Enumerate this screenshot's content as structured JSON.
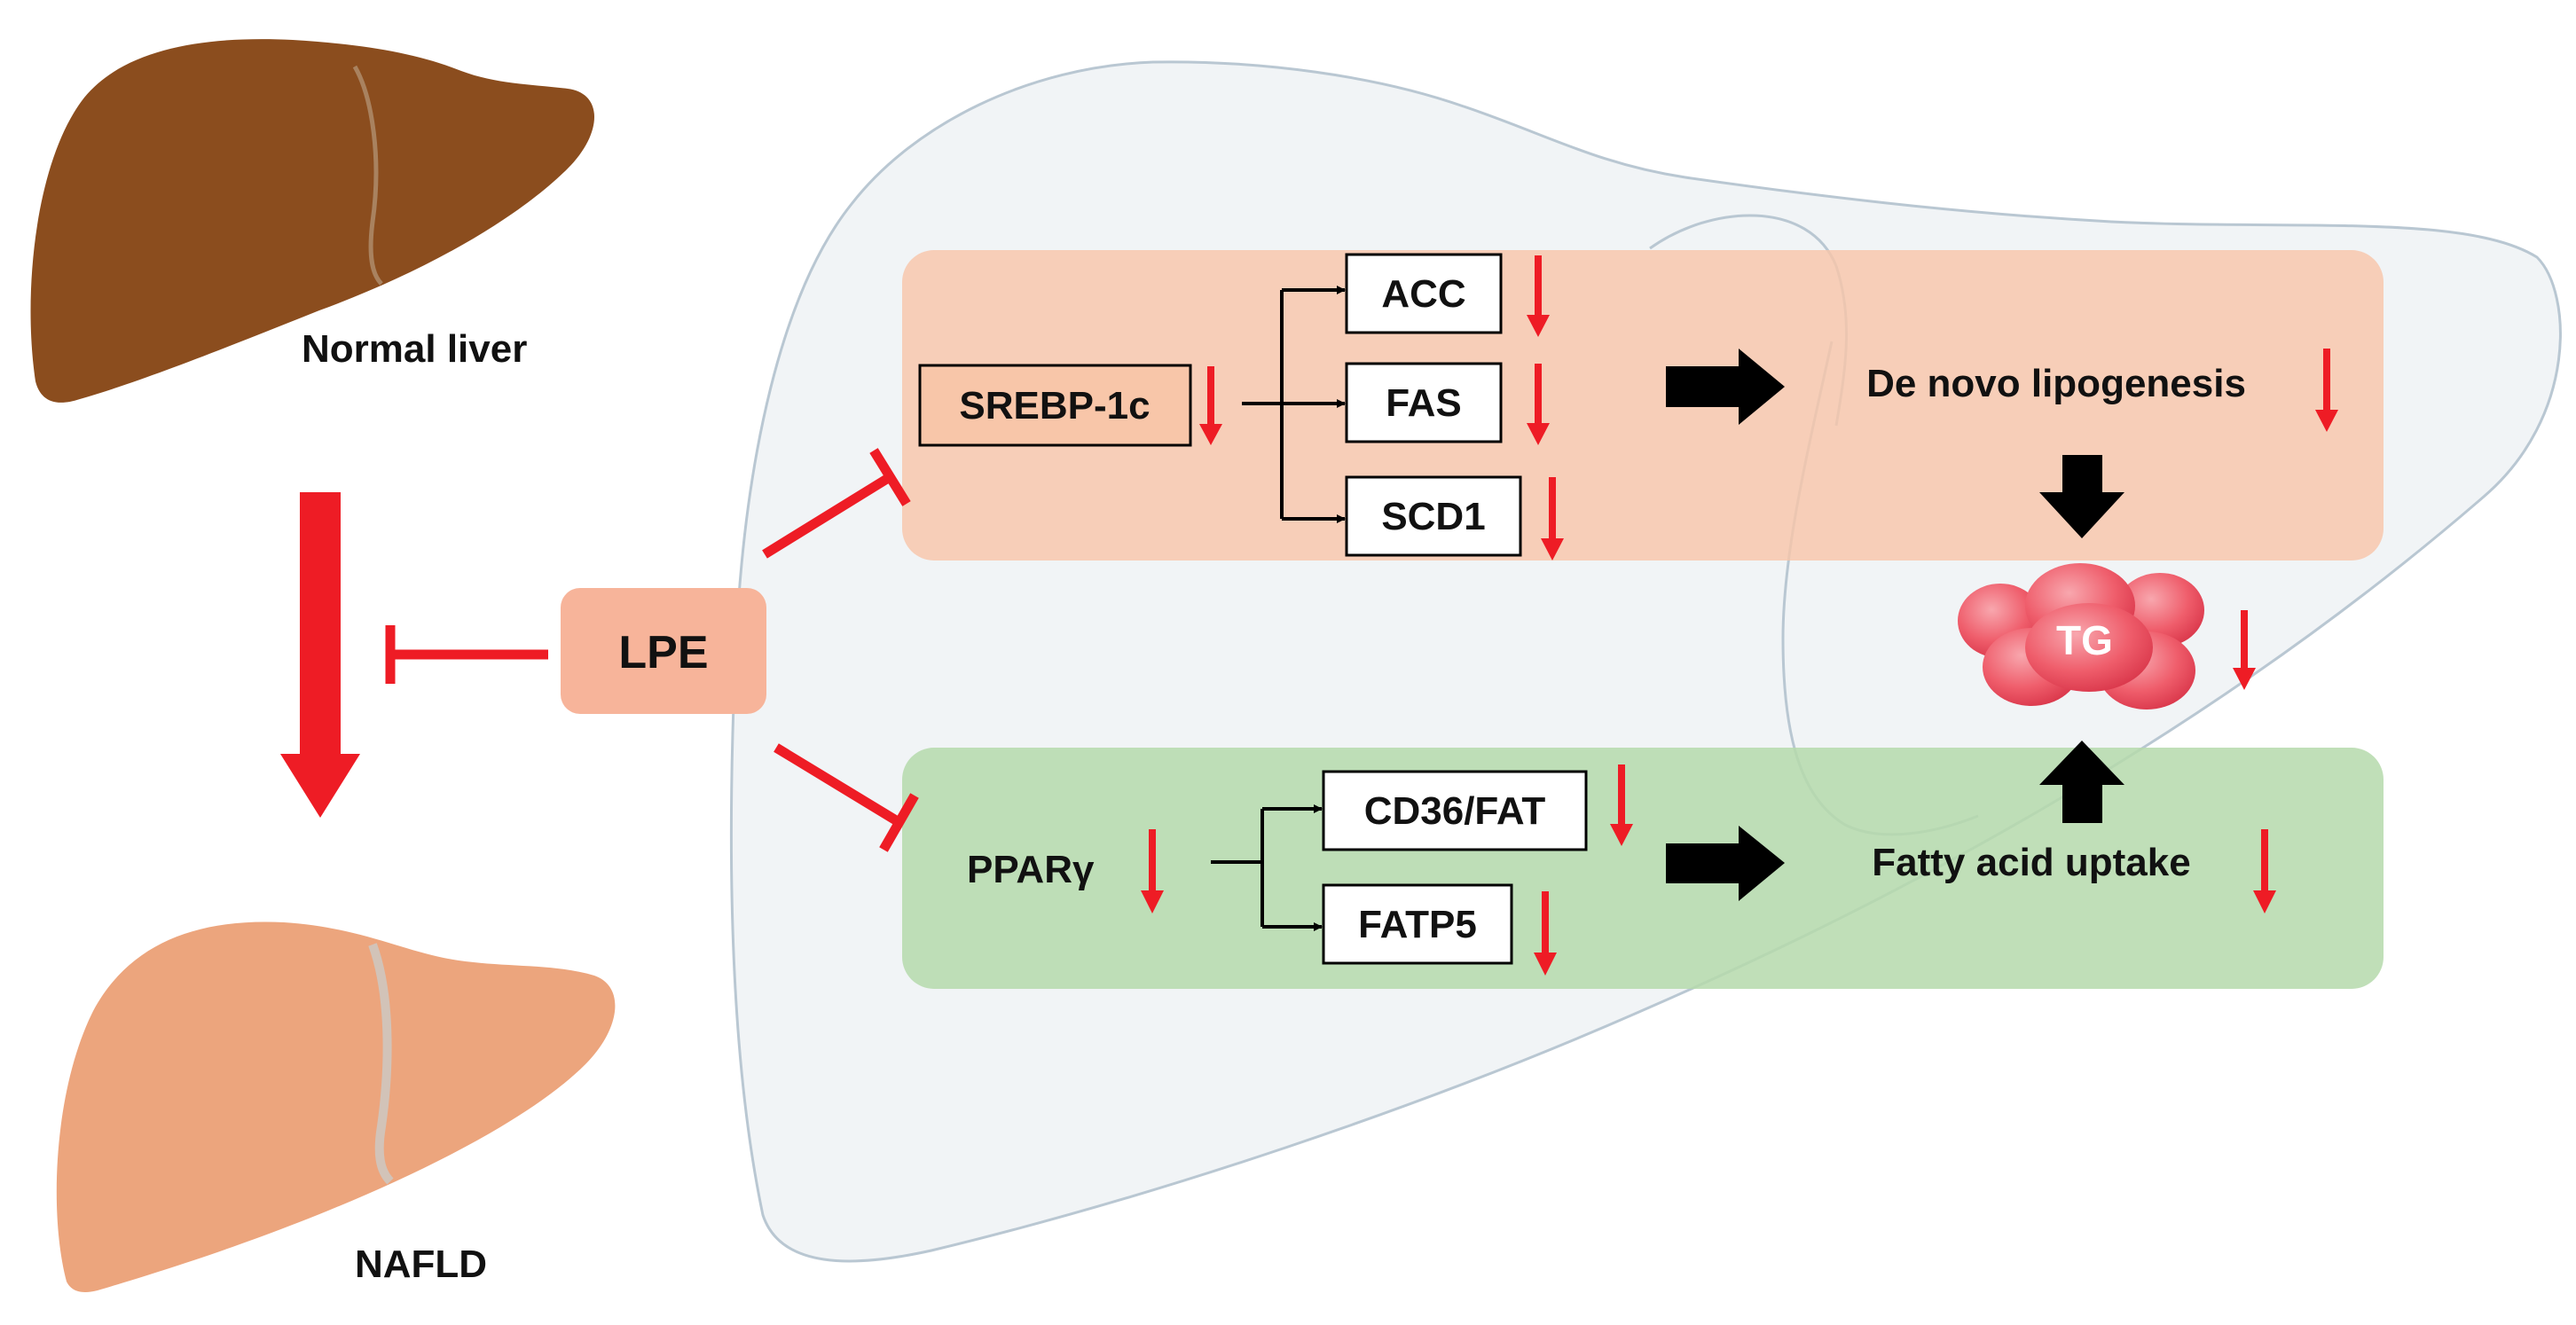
{
  "labels": {
    "normal_liver": "Normal liver",
    "nafld": "NAFLD",
    "lpe": "LPE",
    "srebp": "SREBP-1c",
    "acc": "ACC",
    "fas": "FAS",
    "scd1": "SCD1",
    "de_novo": "De novo lipogenesis",
    "tg": "TG",
    "ppar": "PPARγ",
    "cd36": "CD36/FAT",
    "fatp5": "FATP5",
    "fatty_acid": "Fatty acid uptake"
  },
  "colors": {
    "normal_liver": "#8b4d1e",
    "nafld_liver": "#eca57d",
    "inhibit_red": "#ee1c25",
    "lpe_box": "#f7b49a",
    "lipogenesis_panel": "#f8c6a9",
    "uptake_panel": "#b5d9ab",
    "tg_droplet": "#f06673",
    "liver_outline_fill": "#eef2f5"
  }
}
